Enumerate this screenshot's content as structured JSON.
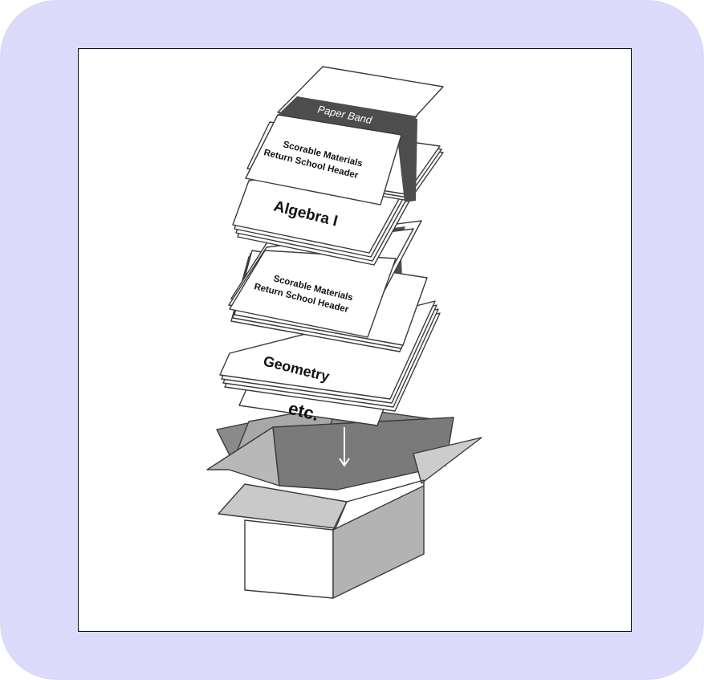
{
  "diagram": {
    "band_label": "Paper Band",
    "header_line1": "Scorable Materials",
    "header_line2": "Return School Header",
    "subject_1": "Algebra I",
    "subject_2": "Geometry",
    "more_label": "etc."
  },
  "colors": {
    "frame": "#dcdafa",
    "band": "#4d4d4d",
    "box_dark": "#7a7a7a",
    "box_mid": "#b3b3b3",
    "box_light": "#c9c9c9"
  }
}
